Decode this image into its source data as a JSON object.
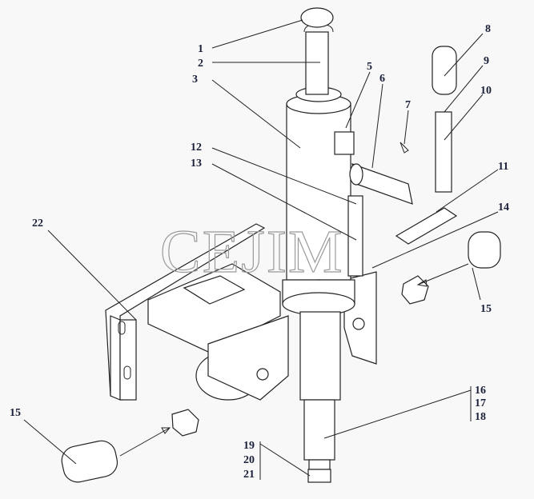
{
  "title": "Steering column assembly exploded view",
  "watermark": "CEJIM",
  "callouts": [
    "1",
    "2",
    "3",
    "5",
    "6",
    "7",
    "8",
    "9",
    "10",
    "11",
    "12",
    "13",
    "14",
    "15",
    "15",
    "16",
    "17",
    "18",
    "19",
    "20",
    "21",
    "22"
  ],
  "colors": {
    "label": "#1a1f3a",
    "line": "#222222",
    "background": "#f8f8f8"
  }
}
